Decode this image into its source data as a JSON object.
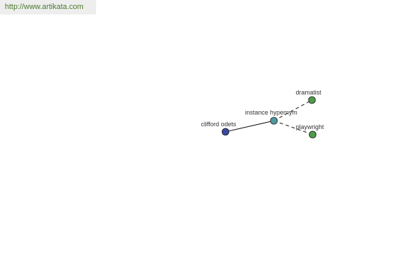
{
  "site": {
    "url_text": "http://www.artikata.com"
  },
  "graph": {
    "nodes": [
      {
        "id": "clifford",
        "label": "clifford odets",
        "color": "#3a4aa0"
      },
      {
        "id": "relation",
        "label": "instance hypernym",
        "color": "#4f9aa0"
      },
      {
        "id": "dramatist",
        "label": "dramatist",
        "color": "#4f9a4a"
      },
      {
        "id": "playwright",
        "label": "playwright",
        "color": "#4f9a4a"
      }
    ],
    "edges": [
      {
        "from": "clifford",
        "to": "relation",
        "style": "solid"
      },
      {
        "from": "relation",
        "to": "dramatist",
        "style": "dashed"
      },
      {
        "from": "relation",
        "to": "playwright",
        "style": "dashed"
      }
    ]
  }
}
